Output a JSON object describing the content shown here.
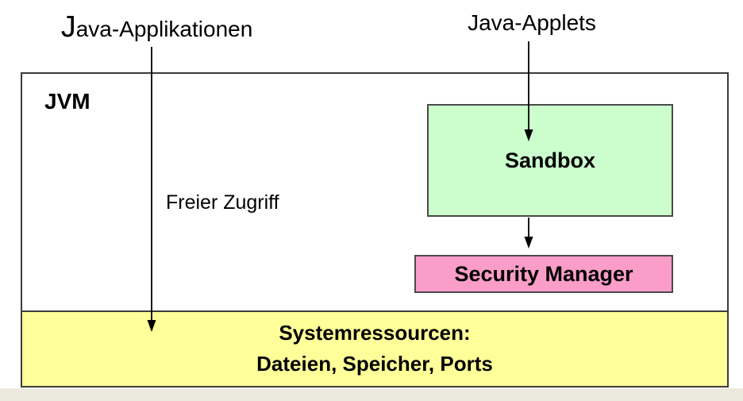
{
  "diagram": {
    "title_left": "Java-Applikationen",
    "title_right": "Java-Applets",
    "jvm_label": "JVM",
    "free_access_label": "Freier Zugriff",
    "sandbox_label": "Sandbox",
    "security_manager_label": "Security Manager",
    "resources_line1": "Systemressourcen:",
    "resources_line2": "Dateien, Speicher, Ports",
    "colors": {
      "sandbox_fill": "#ccfdcc",
      "security_manager_fill": "#fa9dc8",
      "resources_fill": "#ffff99",
      "bottom_strip_fill": "#ece9df",
      "box_border": "#3c3c3c",
      "arrow": "#000000"
    },
    "arrows": [
      {
        "name": "applikationen-to-systemressourcen",
        "from": "Java-Applikationen",
        "to": "Systemressourcen"
      },
      {
        "name": "applets-to-sandbox",
        "from": "Java-Applets",
        "to": "Sandbox"
      },
      {
        "name": "sandbox-to-security-manager",
        "from": "Sandbox",
        "to": "Security Manager"
      }
    ]
  }
}
